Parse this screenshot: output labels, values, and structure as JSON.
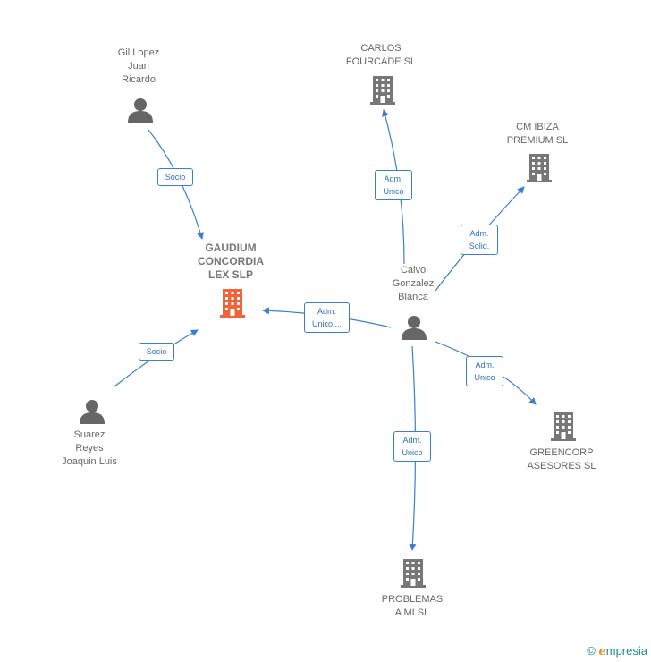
{
  "nodes": {
    "gaudium": {
      "label": "GAUDIUM\nCONCORDIA\nLEX  SLP",
      "kind": "company-main"
    },
    "gil": {
      "label": "Gil Lopez\nJuan\nRicardo",
      "kind": "person"
    },
    "carlos": {
      "label": "CARLOS\nFOURCADE  SL",
      "kind": "company"
    },
    "cmibiza": {
      "label": "CM IBIZA\nPREMIUM  SL",
      "kind": "company"
    },
    "calvo": {
      "label": "Calvo\nGonzalez\nBlanca",
      "kind": "person"
    },
    "suarez": {
      "label": "Suarez\nReyes\nJoaquin Luis",
      "kind": "person"
    },
    "greencorp": {
      "label": "GREENCORP\nASESORES  SL",
      "kind": "company"
    },
    "problemas": {
      "label": "PROBLEMAS\nA MI SL",
      "kind": "company"
    }
  },
  "edges": {
    "gil_gaudium": "Socio",
    "suarez_gaudium": "Socio",
    "calvo_gaudium": "Adm.\nUnico,...",
    "calvo_carlos": "Adm.\nUnico",
    "calvo_cmibiza": "Adm.\nSolid.",
    "calvo_greencorp": "Adm.\nUnico",
    "calvo_problemas": "Adm.\nUnico"
  },
  "brand": {
    "copyright": "©",
    "name_first": "e",
    "name_rest": "mpresia"
  },
  "colors": {
    "edge": "#3a7fcf",
    "main_company": "#f0643a",
    "company": "#777777",
    "person": "#666666"
  },
  "icons": {
    "person": "person-icon",
    "company": "building-icon"
  }
}
